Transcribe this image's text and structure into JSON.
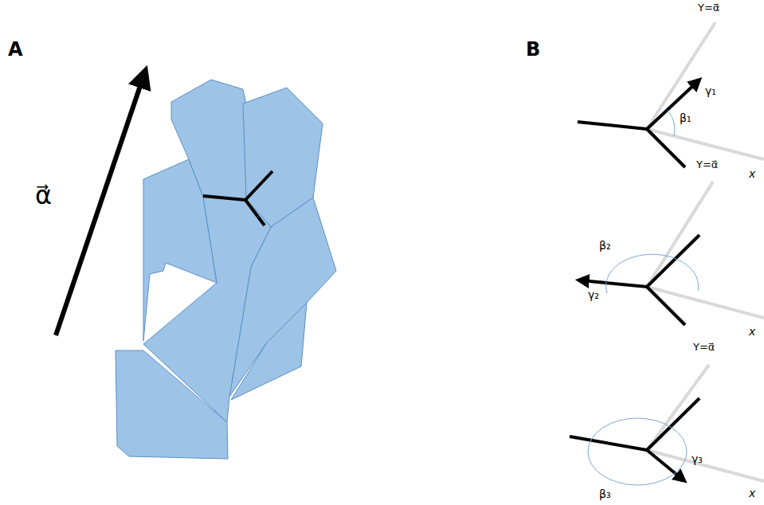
{
  "diagram": {
    "labels": [
      "A",
      "α⃗",
      "B",
      "Y=α⃗",
      "γ₁",
      "β₁",
      "x",
      "Y=α⃗",
      "β₂",
      "γ₂",
      "x",
      "Y=α⃗",
      "γ₃",
      "β₃",
      "x"
    ]
  }
}
